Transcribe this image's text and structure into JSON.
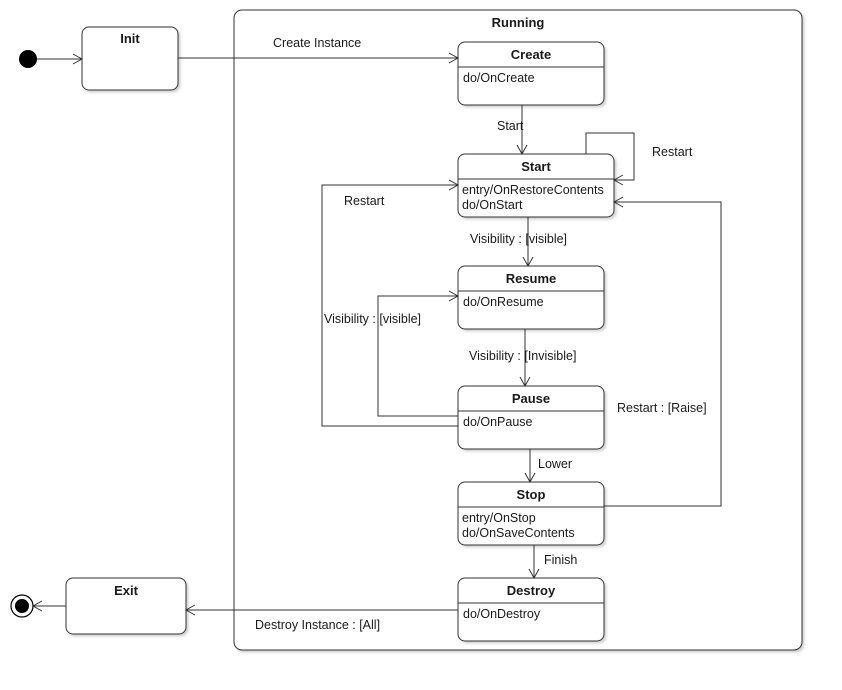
{
  "diagram": {
    "composite": {
      "title": "Running"
    },
    "states": {
      "init": {
        "title": "Init"
      },
      "create": {
        "title": "Create",
        "actions": [
          "do/OnCreate"
        ]
      },
      "start": {
        "title": "Start",
        "actions": [
          "entry/OnRestoreContents",
          "do/OnStart"
        ]
      },
      "resume": {
        "title": "Resume",
        "actions": [
          "do/OnResume"
        ]
      },
      "pause": {
        "title": "Pause",
        "actions": [
          "do/OnPause"
        ]
      },
      "stop": {
        "title": "Stop",
        "actions": [
          "entry/OnStop",
          "do/OnSaveContents"
        ]
      },
      "destroy": {
        "title": "Destroy",
        "actions": [
          "do/OnDestroy"
        ]
      },
      "exit": {
        "title": "Exit"
      }
    },
    "transitions": {
      "create_instance": "Create Instance",
      "start": "Start",
      "restart_self": "Restart",
      "restart_pause": "Restart",
      "visibility_visible": "Visibility :  [visible]",
      "visibility_back": "Visibility :  [visible]",
      "visibility_invisible": "Visibility :  [Invisible]",
      "restart_raise": "Restart :  [Raise]",
      "lower": "Lower",
      "finish": "Finish",
      "destroy_instance": "Destroy Instance :  [All]"
    }
  }
}
